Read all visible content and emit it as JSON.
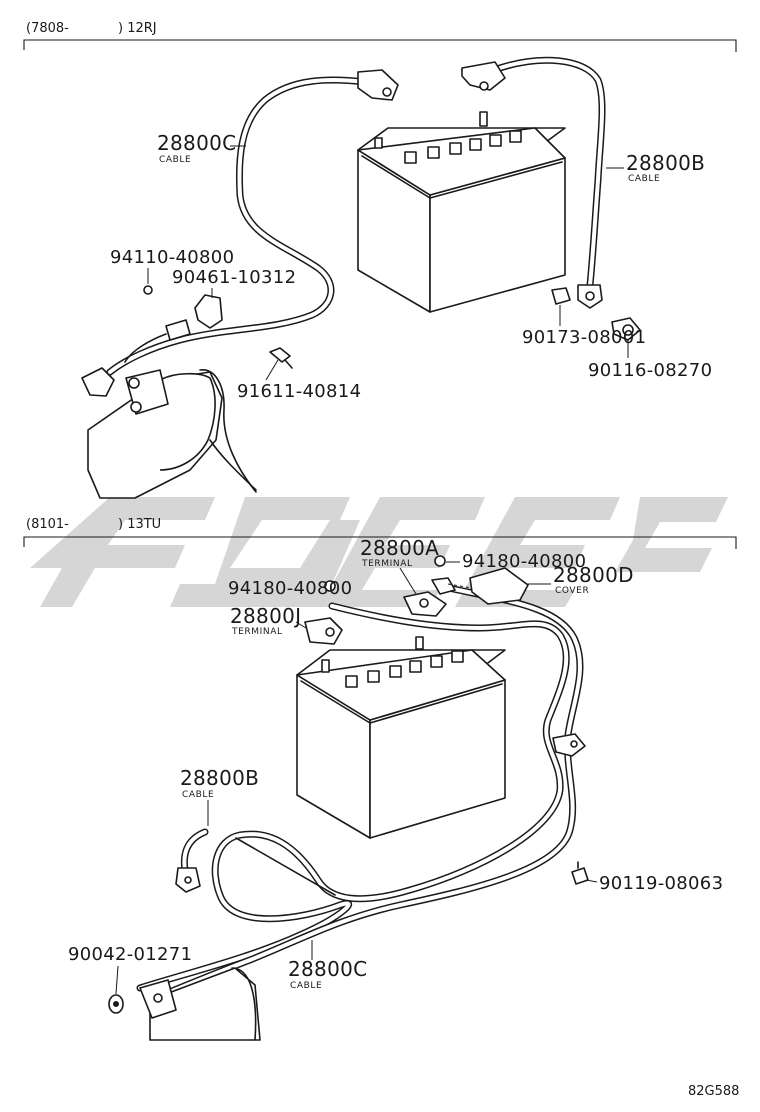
{
  "sections": [
    {
      "code": "(7808-",
      "model": ") 12RJ"
    },
    {
      "code": "(8101-",
      "model": ") 13TU"
    }
  ],
  "top_parts": {
    "cable_c": {
      "number": "28800C",
      "desc": "CABLE"
    },
    "cable_b": {
      "number": "28800B",
      "desc": "CABLE"
    },
    "nut": {
      "number": "94110-40800"
    },
    "clamp": {
      "number": "90461-10312"
    },
    "bolt": {
      "number": "91611-40814"
    },
    "terminal_nut": {
      "number": "90173-08001"
    },
    "terminal_bolt": {
      "number": "90116-08270"
    }
  },
  "bottom_parts": {
    "terminal_a": {
      "number": "28800A",
      "desc": "TERMINAL"
    },
    "nut_right": {
      "number": "94180-40800"
    },
    "cover_d": {
      "number": "28800D",
      "desc": "COVER"
    },
    "nut_left": {
      "number": "94180-40800"
    },
    "terminal_j": {
      "number": "28800J",
      "desc": "TERMINAL"
    },
    "cable_b": {
      "number": "28800B",
      "desc": "CABLE"
    },
    "bolt": {
      "number": "90119-08063"
    },
    "washer": {
      "number": "90042-01271"
    },
    "cable_c": {
      "number": "28800C",
      "desc": "CABLE"
    }
  },
  "figure_ref": "82G588",
  "colors": {
    "ink": "#1a1a1a",
    "watermark": "#cfcfcf"
  }
}
